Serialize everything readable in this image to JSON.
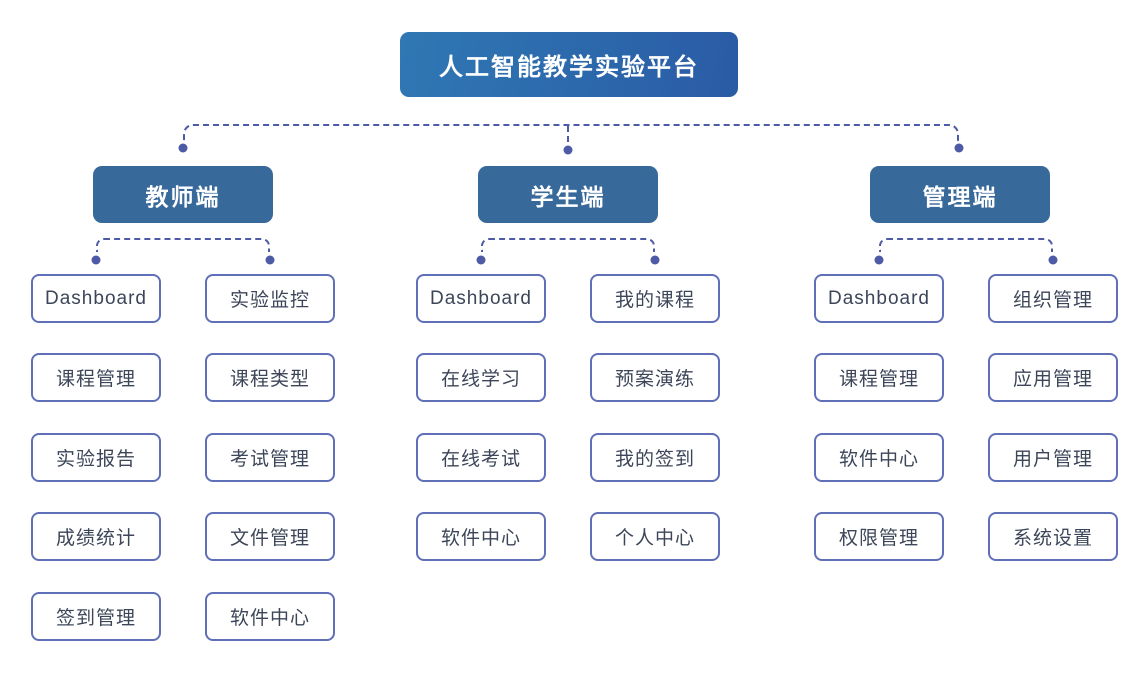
{
  "root": {
    "label": "人工智能教学实验平台"
  },
  "branches": [
    {
      "label": "教师端",
      "items": [
        "Dashboard",
        "实验监控",
        "课程管理",
        "课程类型",
        "实验报告",
        "考试管理",
        "成绩统计",
        "文件管理",
        "签到管理",
        "软件中心"
      ]
    },
    {
      "label": "学生端",
      "items": [
        "Dashboard",
        "我的课程",
        "在线学习",
        "预案演练",
        "在线考试",
        "我的签到",
        "软件中心",
        "个人中心"
      ]
    },
    {
      "label": "管理端",
      "items": [
        "Dashboard",
        "组织管理",
        "课程管理",
        "应用管理",
        "软件中心",
        "用户管理",
        "权限管理",
        "系统设置"
      ]
    }
  ],
  "colors": {
    "root_gradient_start": "#2f78b4",
    "root_gradient_end": "#2a5ba5",
    "branch_fill": "#38699b",
    "connector": "#4d5aa6",
    "leaf_border": "#5f6fb8",
    "leaf_text": "#3d4659",
    "node_text": "#ffffff",
    "background": "#ffffff"
  }
}
